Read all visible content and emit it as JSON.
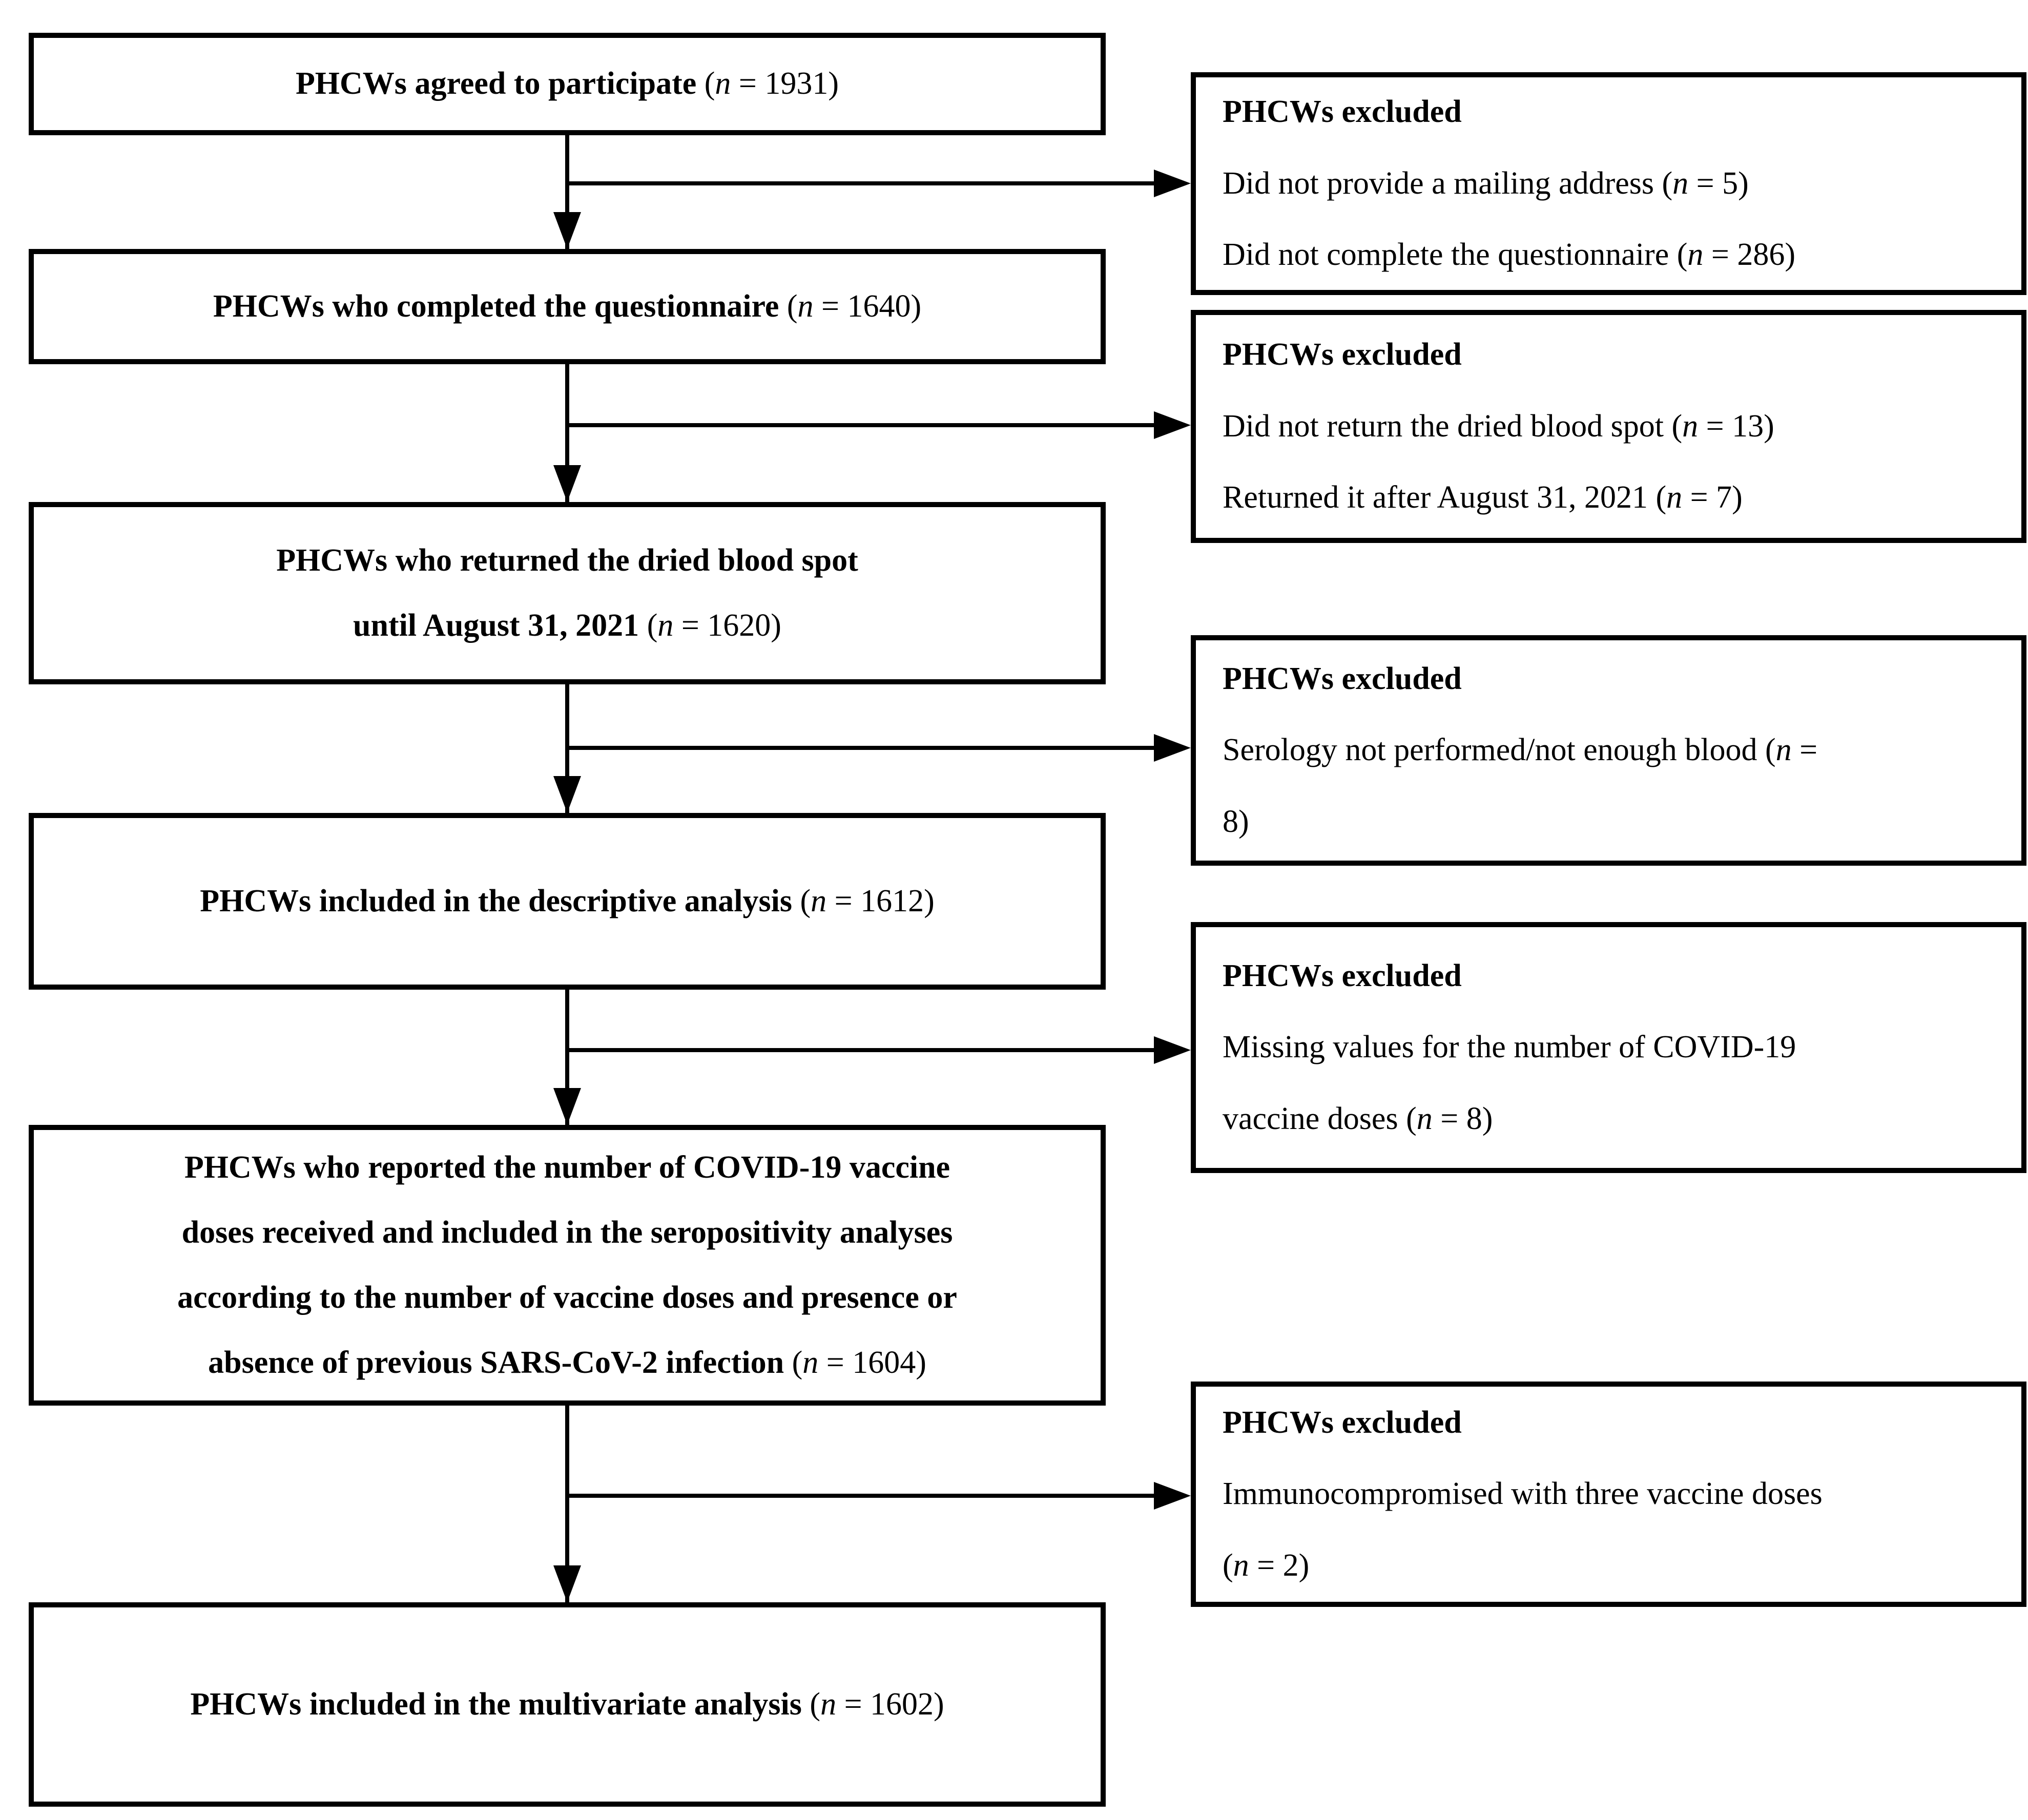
{
  "colors": {
    "background": "#ffffff",
    "line": "#000000",
    "text": "#000000"
  },
  "main_boxes": [
    {
      "lines": [
        {
          "b": "PHCWs agreed to participate ",
          "paren": "(",
          "n": "n",
          "rest": " = 1931)"
        }
      ]
    },
    {
      "lines": [
        {
          "b": "PHCWs who completed the questionnaire ",
          "paren": "(",
          "n": "n",
          "rest": " = 1640)"
        }
      ]
    },
    {
      "lines": [
        {
          "b": "PHCWs who returned the dried blood spot"
        },
        {
          "b": "until August 31, 2021 ",
          "paren": "(",
          "n": "n",
          "rest": " = 1620)"
        }
      ]
    },
    {
      "lines": [
        {
          "b": "PHCWs included in the descriptive analysis ",
          "paren": "(",
          "n": "n",
          "rest": " = 1612)"
        }
      ]
    },
    {
      "lines": [
        {
          "b": "PHCWs who reported the number of COVID-19 vaccine"
        },
        {
          "b": "doses received and included in the seropositivity analyses"
        },
        {
          "b": "according to the number of vaccine doses and presence or"
        },
        {
          "b": "absence of previous SARS-CoV-2 infection ",
          "paren": "(",
          "n": "n",
          "rest": " = 1604)"
        }
      ]
    },
    {
      "lines": [
        {
          "b": "PHCWs included in the multivariate analysis ",
          "paren": "(",
          "n": "n",
          "rest": " = 1602)"
        }
      ]
    }
  ],
  "exclusion_boxes": [
    {
      "header": "PHCWs excluded",
      "lines": [
        {
          "t": "Did not provide a mailing address ",
          "paren": "(",
          "n": "n",
          "rest": " = 5)"
        },
        {
          "t": "Did not complete the questionnaire ",
          "paren": "(",
          "n": "n",
          "rest": " = 286)"
        }
      ]
    },
    {
      "header": "PHCWs excluded",
      "lines": [
        {
          "t": "Did not return the dried blood spot ",
          "paren": "(",
          "n": "n",
          "rest": " = 13)"
        },
        {
          "t": "Returned it after August 31, 2021 ",
          "paren": "(",
          "n": "n",
          "rest": " = 7)"
        }
      ]
    },
    {
      "header": "PHCWs excluded",
      "lines": [
        {
          "t": "Serology not performed/not enough blood ",
          "paren": "(",
          "n": "n",
          "rest": " ="
        },
        {
          "t": "8)"
        }
      ]
    },
    {
      "header": "PHCWs excluded",
      "lines": [
        {
          "t": "Missing values for the number of COVID-19"
        },
        {
          "t": "vaccine doses ",
          "paren": "(",
          "n": "n",
          "rest": " = 8)"
        }
      ]
    },
    {
      "header": "PHCWs excluded",
      "lines": [
        {
          "t": "Immunocompromised with three vaccine doses"
        },
        {
          "t": "",
          "paren": "(",
          "n": "n",
          "rest": " = 2)"
        }
      ]
    }
  ]
}
